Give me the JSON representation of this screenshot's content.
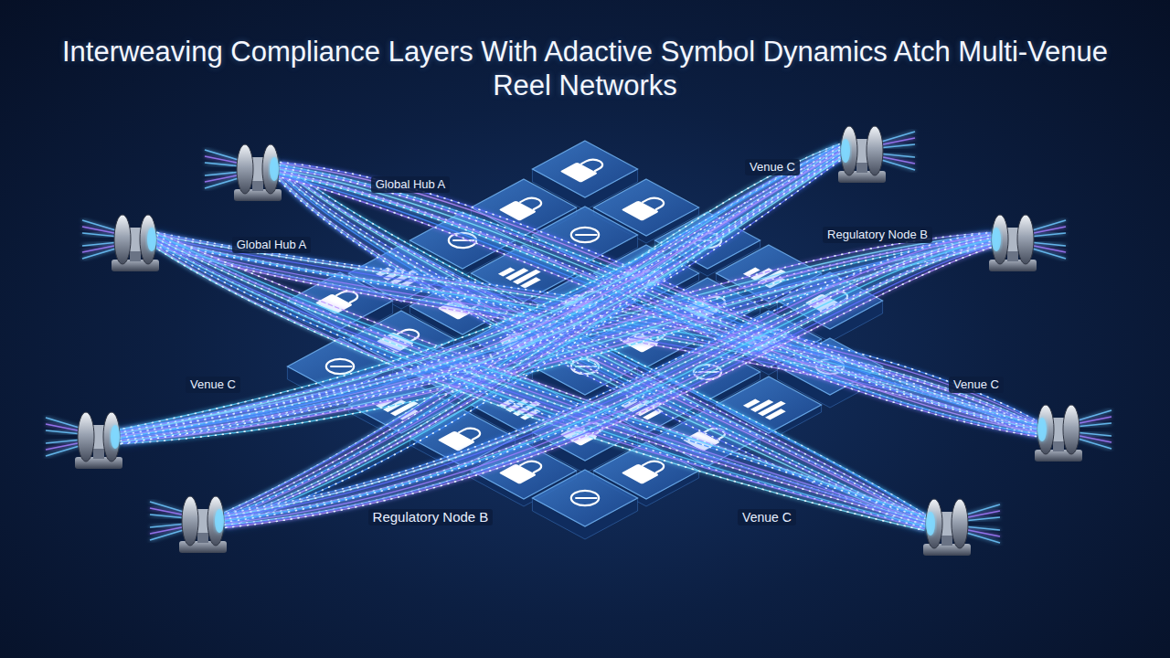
{
  "diagram": {
    "title": "Interweaving Compliance Layers With Adactive Symbol Dynamics Atch Multi-Venue Reel Networks",
    "labels": [
      "Global Hub A",
      "Venue C",
      "Global Hub A",
      "Regulatory Node B",
      "Venue C",
      "Venue C",
      "Regulatory Node B",
      "Venue C"
    ]
  }
}
